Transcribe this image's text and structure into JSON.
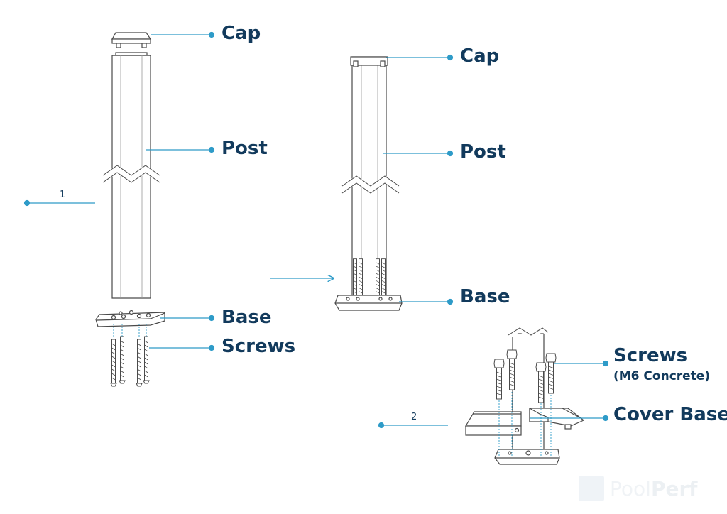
{
  "colors": {
    "leader": "#2e9bc8",
    "ink": "#123a5c",
    "stroke": "#4a4a4a"
  },
  "diagram1": {
    "step": "1",
    "cap": "Cap",
    "post": "Post",
    "base": "Base",
    "screws": "Screws"
  },
  "diagram2": {
    "cap": "Cap",
    "post": "Post",
    "base": "Base"
  },
  "diagram3": {
    "step": "2",
    "screws": "Screws",
    "screws_note": "(M6 Concrete)",
    "cover_base": "Cover Base"
  },
  "watermark": {
    "brand_a": "Pool",
    "brand_b": "Perf"
  }
}
